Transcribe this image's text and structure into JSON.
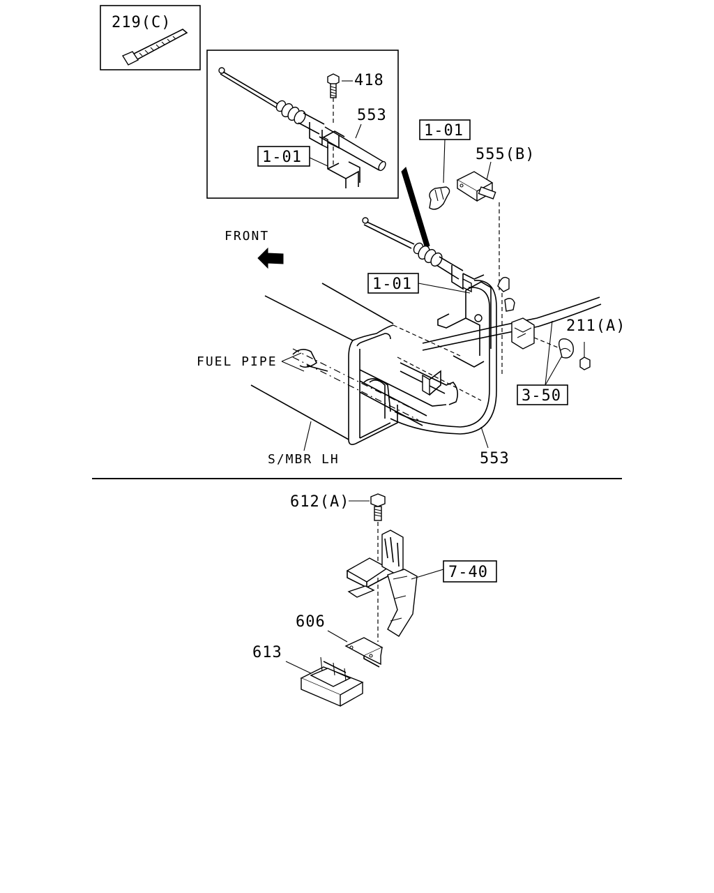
{
  "labels": {
    "tie_219c": "219(C)",
    "bolt_418": "418",
    "cable_553_inset": "553",
    "ref_101_inset": "1-01",
    "ref_101_top": "1-01",
    "clamp_555b": "555(B)",
    "front": "FRONT",
    "ref_101_main": "1-01",
    "nut_211a": "211(A)",
    "fuel_pipe": "FUEL PIPE",
    "ref_350": "3-50",
    "cable_553_main": "553",
    "smbr_lh": "S/MBR LH",
    "bolt_612a": "612(A)",
    "ref_740": "7-40",
    "plate_606": "606",
    "box_613": "613"
  }
}
